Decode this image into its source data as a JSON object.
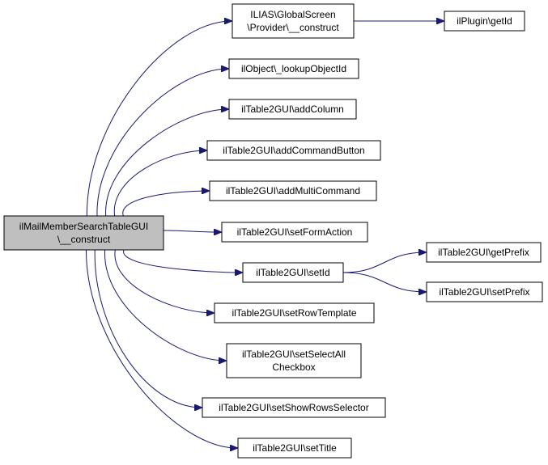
{
  "colors": {
    "edge": "#191970",
    "node_border": "#000000",
    "node_fill": "#ffffff",
    "root_fill": "#bfbfbf"
  },
  "nodes": [
    {
      "id": "root",
      "lines": [
        "ilMailMemberSearchTableGUI",
        "\\__construct"
      ],
      "root": true
    },
    {
      "id": "provider-construct",
      "lines": [
        "ILIAS\\GlobalScreen",
        "\\Provider\\__construct"
      ]
    },
    {
      "id": "plugin-getid",
      "lines": [
        "ilPlugin\\getId"
      ]
    },
    {
      "id": "lookup-object-id",
      "lines": [
        "ilObject\\_lookupObjectId"
      ]
    },
    {
      "id": "add-column",
      "lines": [
        "ilTable2GUI\\addColumn"
      ]
    },
    {
      "id": "add-command-button",
      "lines": [
        "ilTable2GUI\\addCommandButton"
      ]
    },
    {
      "id": "add-multi-command",
      "lines": [
        "ilTable2GUI\\addMultiCommand"
      ]
    },
    {
      "id": "set-form-action",
      "lines": [
        "ilTable2GUI\\setFormAction"
      ]
    },
    {
      "id": "set-id",
      "lines": [
        "ilTable2GUI\\setId"
      ]
    },
    {
      "id": "get-prefix",
      "lines": [
        "ilTable2GUI\\getPrefix"
      ]
    },
    {
      "id": "set-prefix",
      "lines": [
        "ilTable2GUI\\setPrefix"
      ]
    },
    {
      "id": "set-row-template",
      "lines": [
        "ilTable2GUI\\setRowTemplate"
      ]
    },
    {
      "id": "set-select-all-checkbox",
      "lines": [
        "ilTable2GUI\\setSelectAll",
        "Checkbox"
      ]
    },
    {
      "id": "set-show-rows-selector",
      "lines": [
        "ilTable2GUI\\setShowRowsSelector"
      ]
    },
    {
      "id": "set-title",
      "lines": [
        "ilTable2GUI\\setTitle"
      ]
    }
  ],
  "edges": [
    {
      "from": "root",
      "to": "provider-construct"
    },
    {
      "from": "root",
      "to": "lookup-object-id"
    },
    {
      "from": "root",
      "to": "add-column"
    },
    {
      "from": "root",
      "to": "add-command-button"
    },
    {
      "from": "root",
      "to": "add-multi-command"
    },
    {
      "from": "root",
      "to": "set-form-action"
    },
    {
      "from": "root",
      "to": "set-id"
    },
    {
      "from": "root",
      "to": "set-row-template"
    },
    {
      "from": "root",
      "to": "set-select-all-checkbox"
    },
    {
      "from": "root",
      "to": "set-show-rows-selector"
    },
    {
      "from": "root",
      "to": "set-title"
    },
    {
      "from": "provider-construct",
      "to": "plugin-getid"
    },
    {
      "from": "set-id",
      "to": "get-prefix"
    },
    {
      "from": "set-id",
      "to": "set-prefix"
    }
  ]
}
